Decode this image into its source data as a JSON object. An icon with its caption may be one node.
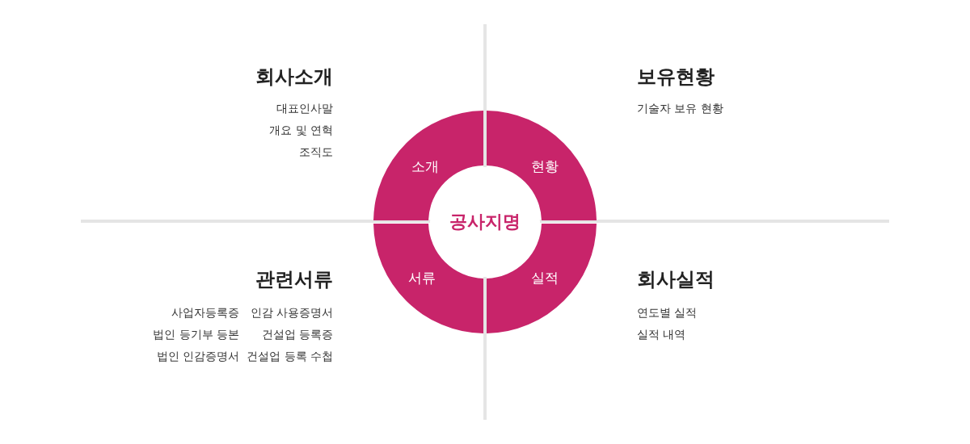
{
  "diagram": {
    "nodes": [
      {
        "text": [
          "공사지명"
        ]
      },
      {
        "text": [
          "소개"
        ]
      },
      {
        "text": [
          "현황"
        ]
      },
      {
        "text": [
          "서류"
        ]
      },
      {
        "text": [
          "실적"
        ]
      }
    ],
    "labels": [
      "회사소개",
      "대표인사말",
      "개요 및 연혁",
      "조직도",
      "보유현황",
      "기술자 보유 현황",
      "관련서류",
      "사업자등록증",
      "인감 사용증명서",
      "법인 등기부 등본",
      "건설업 등록증",
      "법인 인감증명서",
      "건설업 등록 수첩",
      "회사실적",
      "연도별 실적",
      "실적 내역"
    ]
  }
}
